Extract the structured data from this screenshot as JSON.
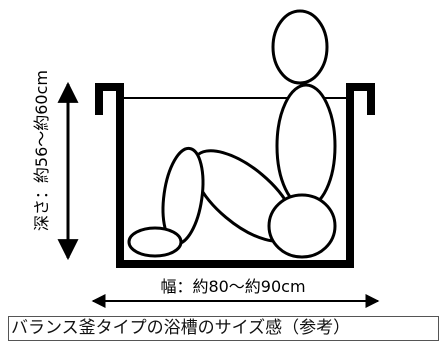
{
  "depth_label": "深さ：約56〜約60cm",
  "width_label": "幅：約80〜約90cm",
  "caption": "バランス釜タイプの浴槽のサイズ感（参考）"
}
